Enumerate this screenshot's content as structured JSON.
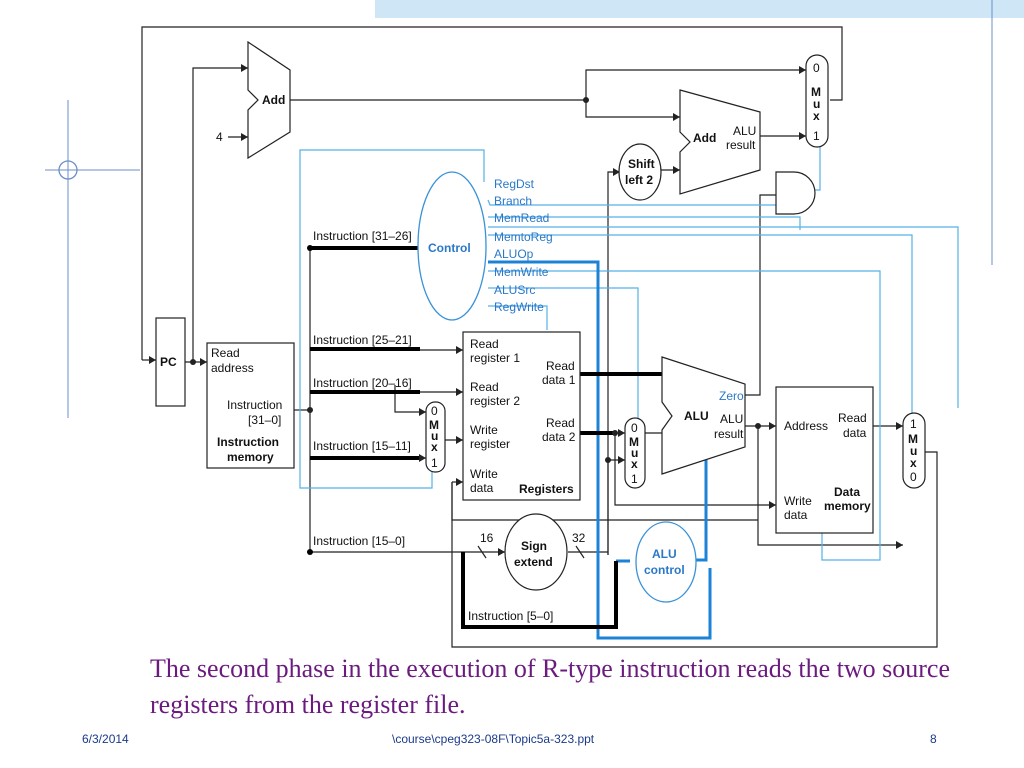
{
  "diagram": {
    "adders": {
      "pc_add": "Add",
      "branch_add": "Add",
      "branch_add_result": [
        "ALU",
        "result"
      ],
      "const_four": "4"
    },
    "pc": "PC",
    "shift_left": [
      "Shift",
      "left 2"
    ],
    "control": "Control",
    "control_signals": [
      "RegDst",
      "Branch",
      "MemRead",
      "MemtoReg",
      "ALUOp",
      "MemWrite",
      "ALUSrc",
      "RegWrite"
    ],
    "instruction_memory": {
      "read_address": [
        "Read",
        "address"
      ],
      "instruction": [
        "Instruction",
        "[31–0]"
      ],
      "title": [
        "Instruction",
        "memory"
      ]
    },
    "instruction_fields": [
      "Instruction [31–26]",
      "Instruction [25–21]",
      "Instruction [20–16]",
      "Instruction [15–11]",
      "Instruction [15–0]",
      "Instruction [5–0]"
    ],
    "registers": {
      "read_register_1": [
        "Read",
        "register 1"
      ],
      "read_register_2": [
        "Read",
        "register 2"
      ],
      "write_register": [
        "Write",
        "register"
      ],
      "write_data": [
        "Write",
        "data"
      ],
      "read_data_1": [
        "Read",
        "data 1"
      ],
      "read_data_2": [
        "Read",
        "data 2"
      ],
      "title": "Registers"
    },
    "mux_labels": {
      "top_in": "0",
      "bottom_in": "1",
      "name": [
        "M",
        "u",
        "x"
      ]
    },
    "mux_data_memory": {
      "top_in": "1",
      "bottom_in": "0",
      "name": [
        "M",
        "u",
        "x"
      ]
    },
    "alu": {
      "name": "ALU",
      "zero": "Zero",
      "result": [
        "ALU",
        "result"
      ]
    },
    "data_memory": {
      "address": "Address",
      "read_data": [
        "Read",
        "data"
      ],
      "write_data": [
        "Write",
        "data"
      ],
      "title": [
        "Data",
        "memory"
      ]
    },
    "sign_extend": {
      "name": [
        "Sign",
        "extend"
      ],
      "in_width": "16",
      "out_width": "32"
    },
    "alu_control": [
      "ALU",
      "control"
    ]
  },
  "caption": "The second phase in the execution of R-type instruction reads the two source registers from the register file.",
  "footer": {
    "date": "6/3/2014",
    "path": "\\course\\cpeg323-08F\\Topic5a-323.ppt",
    "page": "8"
  },
  "colors": {
    "caption": "#6b1a7e",
    "control_lines": "#55b0e6",
    "active_control_path": "#1b82d6",
    "active_datapath": "#000000"
  }
}
